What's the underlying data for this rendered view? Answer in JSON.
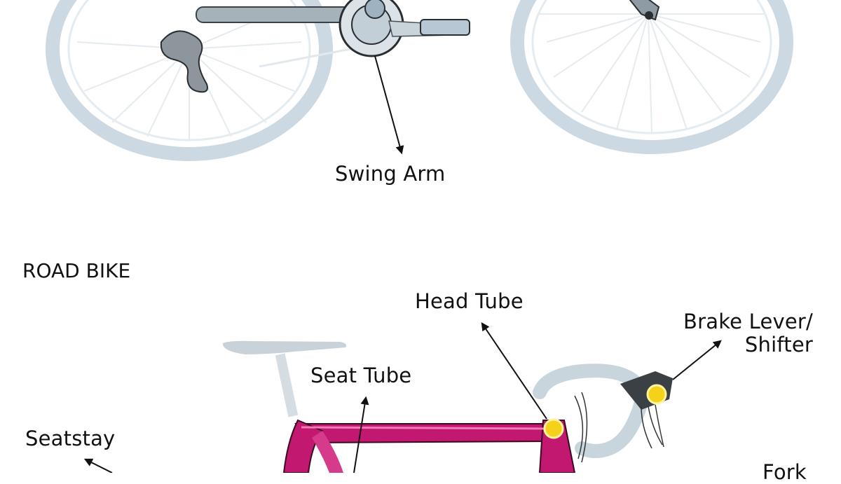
{
  "diagram": {
    "top_section": {
      "labels": {
        "swing_arm": "Swing Arm"
      }
    },
    "road_bike_section": {
      "heading": "ROAD BIKE",
      "labels": {
        "head_tube": "Head Tube",
        "brake_lever_line1": "Brake Lever/",
        "brake_lever_line2": "Shifter",
        "seat_tube": "Seat Tube",
        "seatstay": "Seatstay",
        "fork": "Fork"
      }
    },
    "colors": {
      "frame": "#c2186f",
      "tire": "#cdd9e2",
      "component": "#b7c7d3",
      "marker": "#f5d21a",
      "arrow": "#111111"
    }
  }
}
